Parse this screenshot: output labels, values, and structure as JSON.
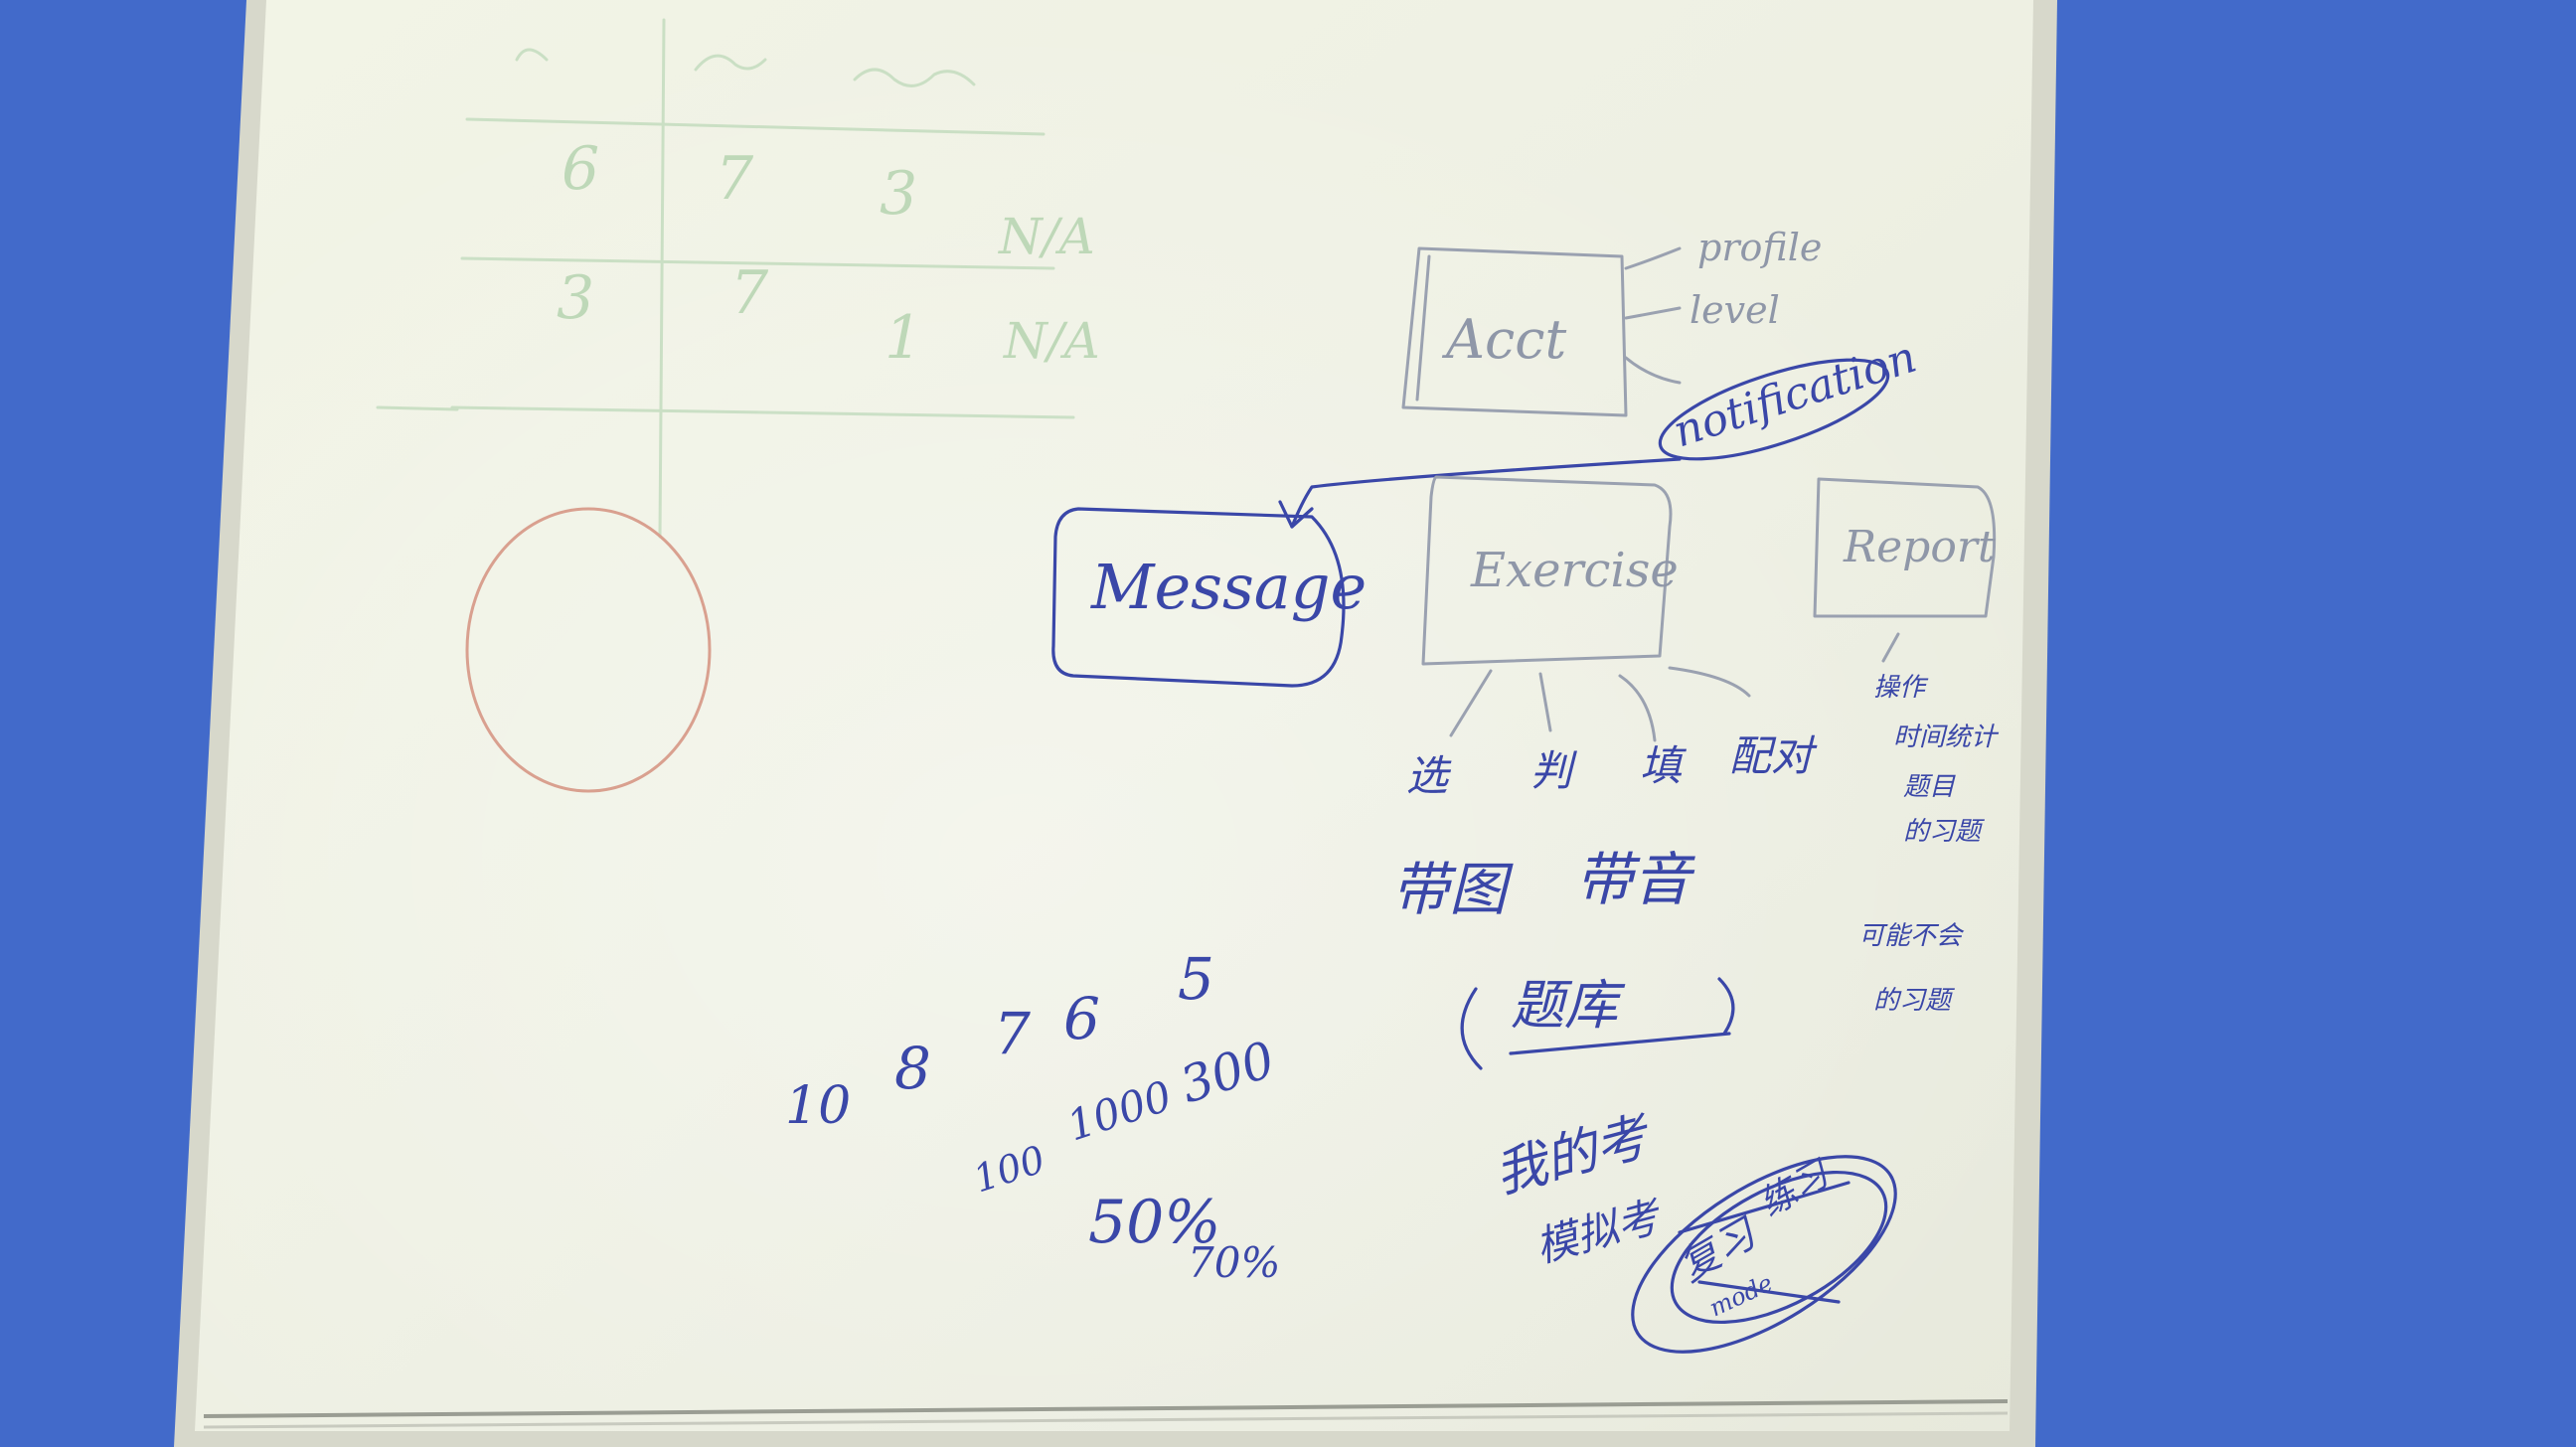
{
  "colors": {
    "background_wall": "#3f67c7",
    "board_surface": "#eef0e2",
    "board_frame": "#d8d9cc",
    "marker_blue": "#3a47a8",
    "marker_faded_green": "#b6d4b0",
    "marker_faded_red": "#d9a08f"
  },
  "faded_table": {
    "header": [
      "",
      "",
      ""
    ],
    "rows": [
      [
        "6",
        "7",
        "3",
        "N/A"
      ],
      [
        "3",
        "7",
        "1",
        "N/A"
      ]
    ]
  },
  "diagram": {
    "acct": {
      "label": "Acct",
      "branches": [
        "profile",
        "level"
      ]
    },
    "notification": "notification",
    "message": "Message",
    "exercise": {
      "label": "Exercise",
      "types": [
        "选",
        "判",
        "填",
        "配对"
      ],
      "extras": [
        "带图",
        "带音"
      ],
      "bracket_note": "题库"
    },
    "report": {
      "label": "Report",
      "notes": [
        "操作",
        "时间统计",
        "题目",
        "的习题",
        "可能不会",
        "的习题"
      ]
    }
  },
  "numbers": {
    "row1": [
      "10",
      "8",
      "7",
      "6",
      "5"
    ],
    "row2": [
      "100",
      "1000",
      "300"
    ],
    "row3": [
      "50%",
      "70%"
    ]
  },
  "bottom_notes": {
    "lines": [
      "我的考",
      "模拟考"
    ],
    "circled": [
      "复习",
      "练习",
      "mode"
    ]
  }
}
